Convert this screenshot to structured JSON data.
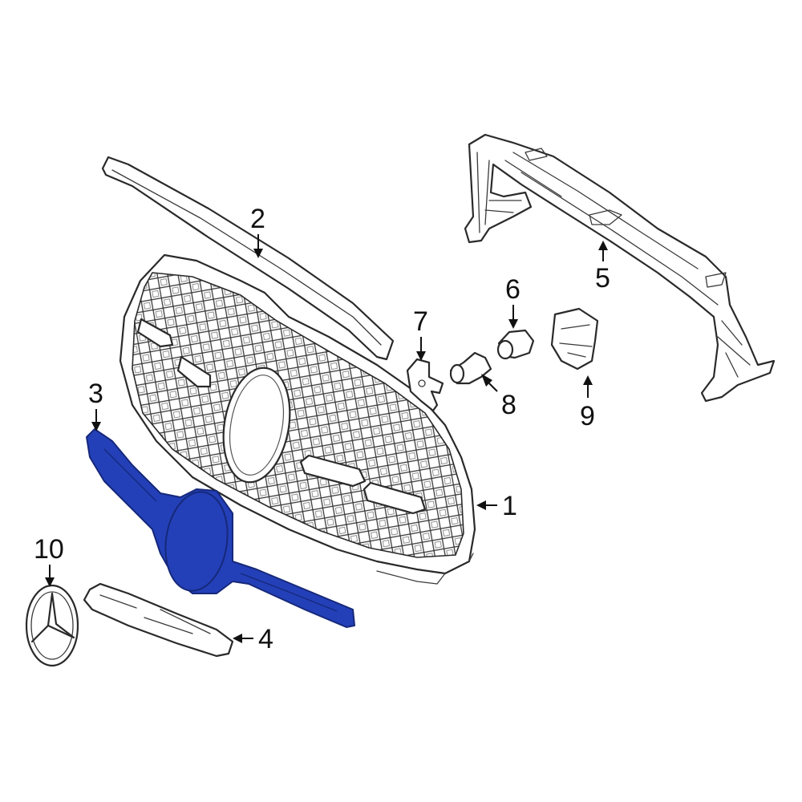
{
  "colors": {
    "highlight": "#2340b8",
    "highlight_dark": "#16287a",
    "line": "#2a2a2a",
    "background": "#ffffff"
  },
  "callouts": [
    {
      "id": "1",
      "label": "1"
    },
    {
      "id": "2",
      "label": "2"
    },
    {
      "id": "3",
      "label": "3"
    },
    {
      "id": "4",
      "label": "4"
    },
    {
      "id": "5",
      "label": "5"
    },
    {
      "id": "6",
      "label": "6"
    },
    {
      "id": "7",
      "label": "7"
    },
    {
      "id": "8",
      "label": "8"
    },
    {
      "id": "9",
      "label": "9"
    },
    {
      "id": "10",
      "label": "10"
    }
  ],
  "highlighted_part": "3"
}
